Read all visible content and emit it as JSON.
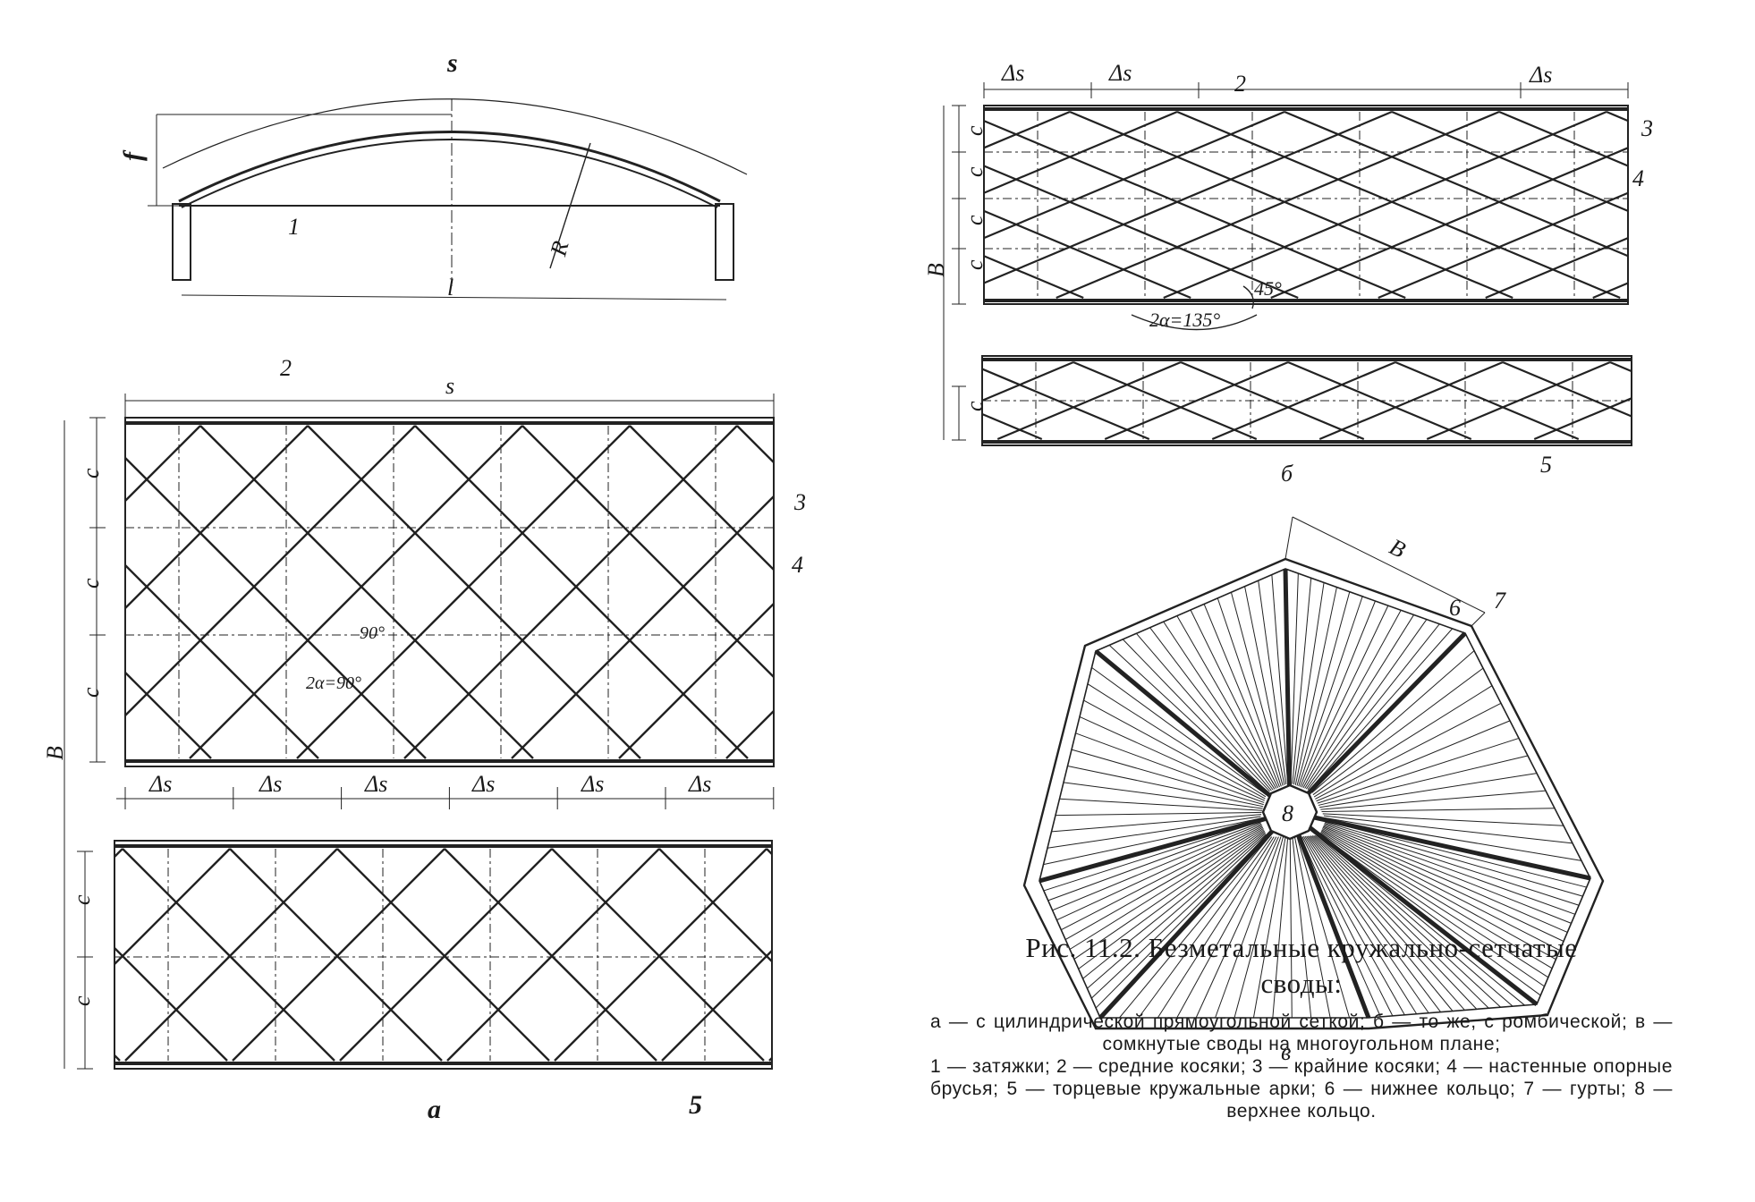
{
  "labels": {
    "arc": {
      "s": "s",
      "f": "f",
      "one": "1",
      "R": "R",
      "l": "l"
    },
    "panel_a": {
      "s": "s",
      "two": "2",
      "three": "3",
      "four": "4",
      "five": "5",
      "c": "c",
      "B": "B",
      "ds": "Δs",
      "angle90": "90°",
      "alpha90": "2α=90°",
      "letter": "а"
    },
    "panel_b": {
      "ds": "Δs",
      "two": "2",
      "three": "3",
      "four": "4",
      "five": "5",
      "c": "c",
      "B": "B",
      "angle45": "45°",
      "alpha135": "2α=135°",
      "letter": "б"
    },
    "panel_c": {
      "B": "B",
      "six": "6",
      "seven": "7",
      "eight": "8",
      "letter": "в"
    }
  },
  "caption": {
    "title_line1": "Рис.  11.2.  Безметальные  кружально-сетчатые",
    "title_line2": "своды:",
    "line_a": "а — с цилиндрической прямоугольной сеткой; б — то же, с ромбической; в — сомкнутые своды на многоугольном плане;",
    "line_parts": "1 — затяжки; 2 — средние косяки; 3 — крайние косяки; 4 — настенные опорные брусья; 5 — торцевые кружальные арки; 6 — нижнее кольцо; 7 — гурты; 8 — верхнее кольцо."
  }
}
